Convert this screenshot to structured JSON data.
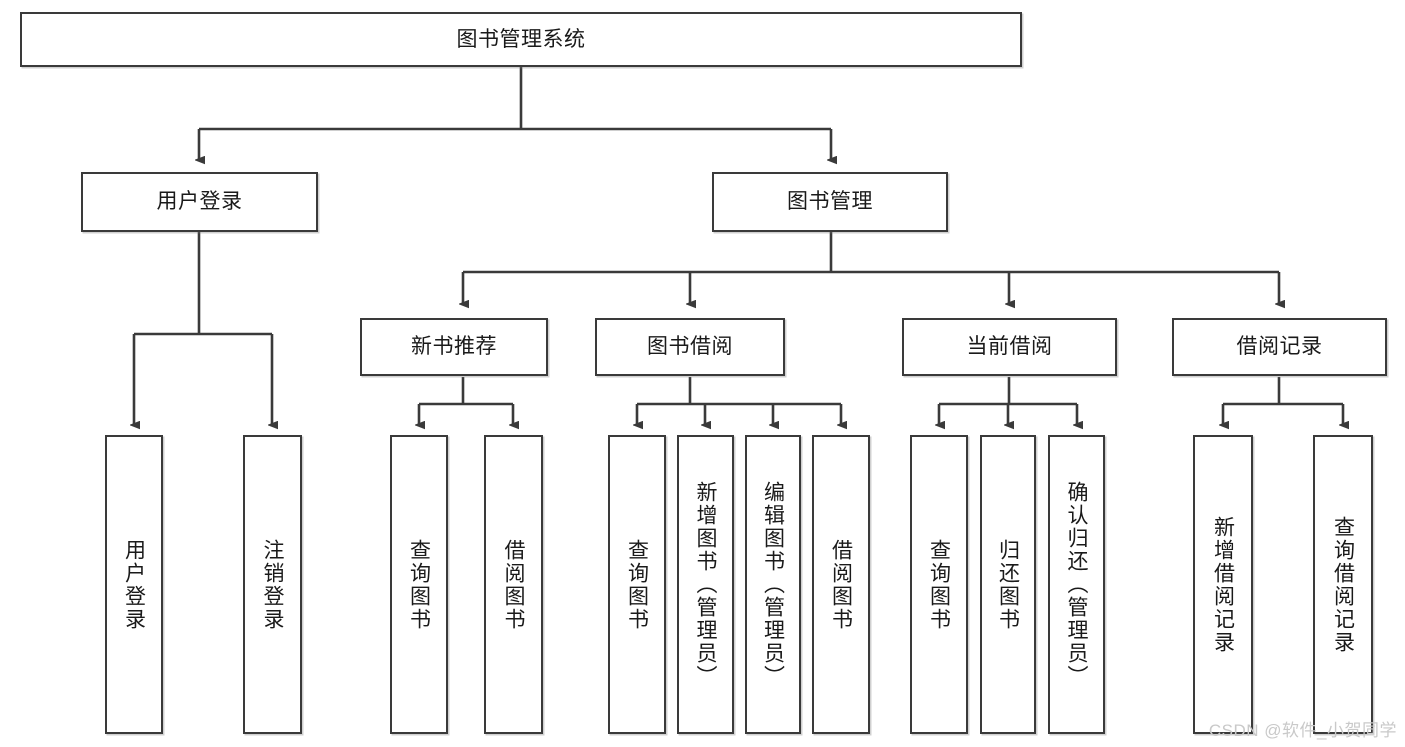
{
  "diagram": {
    "title": "图书管理系统",
    "type": "tree",
    "watermark": "CSDN @软件_小贺同学",
    "colors": {
      "box_border": "#3a3a3a",
      "box_fill": "#ffffff",
      "edge": "#3a3a3a",
      "text": "#1a1a1a",
      "watermark": "#c9c9c9"
    },
    "root": {
      "label": "图书管理系统"
    },
    "level2": [
      {
        "label": "用户登录"
      },
      {
        "label": "图书管理"
      }
    ],
    "level3": [
      {
        "label": "新书推荐"
      },
      {
        "label": "图书借阅"
      },
      {
        "label": "当前借阅"
      },
      {
        "label": "借阅记录"
      }
    ],
    "leaves": {
      "user_login": [
        {
          "label": "用户登录"
        },
        {
          "label": "注销登录"
        }
      ],
      "new_book_recommend": [
        {
          "label": "查询图书"
        },
        {
          "label": "借阅图书"
        }
      ],
      "book_borrow": [
        {
          "label": "查询图书"
        },
        {
          "label": "新增图书（管理员）"
        },
        {
          "label": "编辑图书（管理员）"
        },
        {
          "label": "借阅图书"
        }
      ],
      "current_borrow": [
        {
          "label": "查询图书"
        },
        {
          "label": "归还图书"
        },
        {
          "label": "确认归还（管理员）"
        }
      ],
      "borrow_record": [
        {
          "label": "新增借阅记录"
        },
        {
          "label": "查询借阅记录"
        }
      ]
    }
  }
}
